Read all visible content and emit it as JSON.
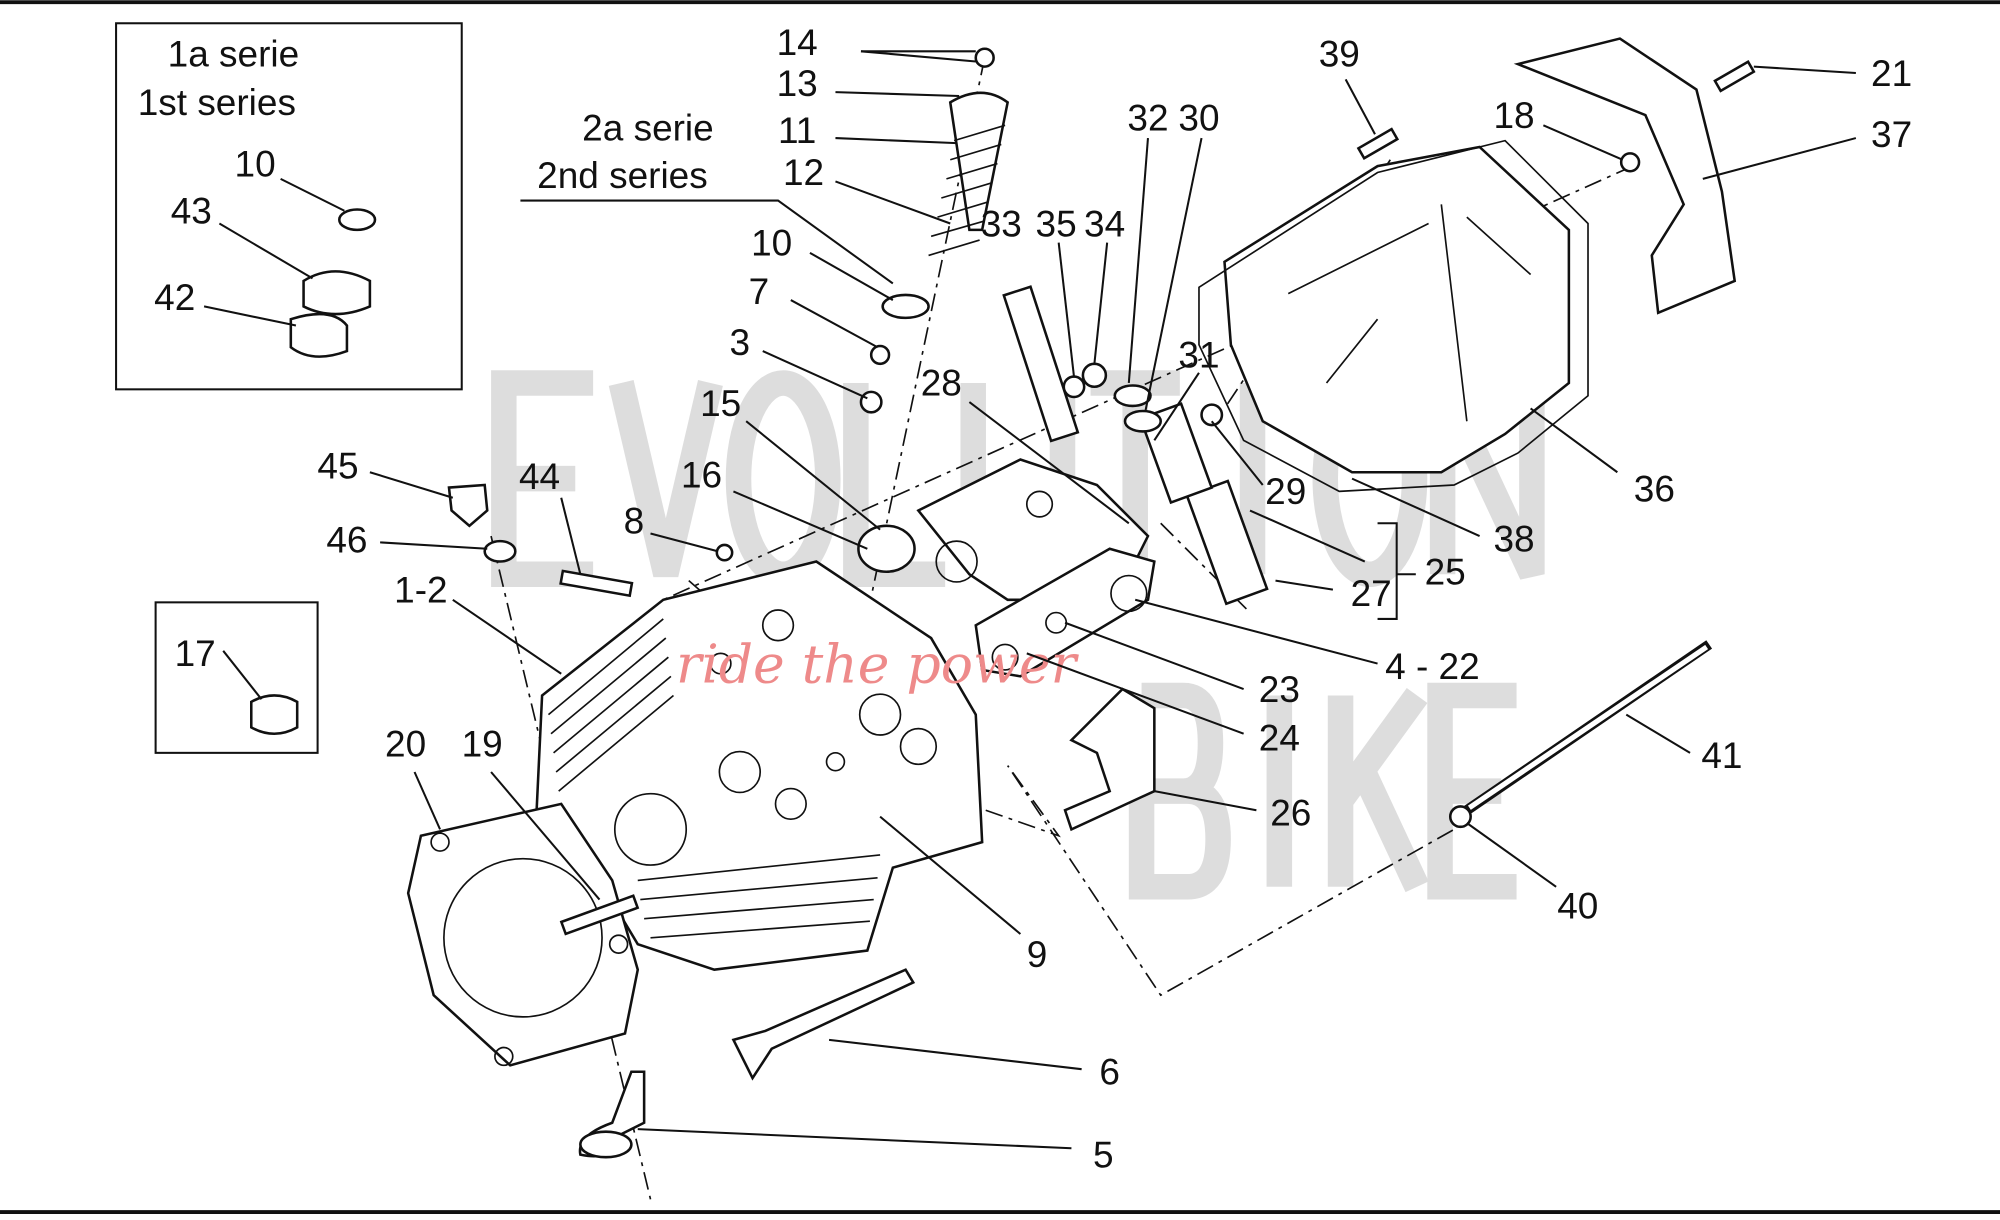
{
  "diagram": {
    "watermark": {
      "brand": "EVOLUTION BIKE",
      "slogan": "ride the power"
    },
    "inset_first_series": {
      "line1": "1a serie",
      "line2": "1st series"
    },
    "second_series": {
      "line1": "2a serie",
      "line2": "2nd series"
    },
    "callouts": [
      "14",
      "13",
      "11",
      "12",
      "10",
      "7",
      "3",
      "10",
      "43",
      "42",
      "45",
      "46",
      "44",
      "8",
      "15",
      "16",
      "28",
      "33",
      "35",
      "34",
      "32",
      "30",
      "31",
      "29",
      "39",
      "18",
      "21",
      "37",
      "36",
      "38",
      "25",
      "27",
      "4 - 22",
      "23",
      "24",
      "26",
      "41",
      "40",
      "17",
      "1-2",
      "20",
      "19",
      "9",
      "6",
      "5"
    ]
  }
}
